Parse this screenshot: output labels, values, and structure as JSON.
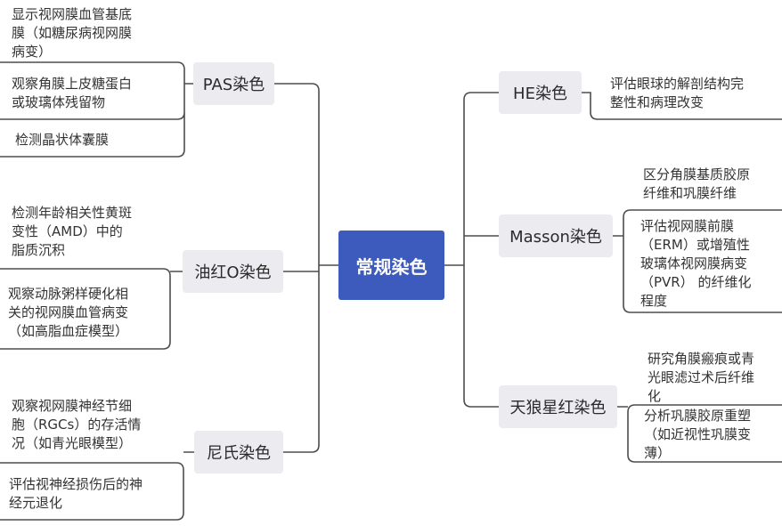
{
  "center": {
    "label": "常规染色"
  },
  "branches": [
    {
      "id": "pas",
      "label": "PAS染色",
      "leaves": [
        "显示视网膜血管基底\n膜（如糖尿病视网膜\n病变）",
        "观察角膜上皮糖蛋白\n或玻璃体残留物",
        "检测晶状体囊膜"
      ]
    },
    {
      "id": "oil-red-o",
      "label": "油红O染色",
      "leaves": [
        "检测年龄相关性黄斑\n变性（AMD）中的\n脂质沉积",
        "观察动脉粥样硬化相\n关的视网膜血管病变\n（如高脂血症模型）"
      ]
    },
    {
      "id": "nissl",
      "label": "尼氏染色",
      "leaves": [
        "观察视网膜神经节细\n胞（RGCs）的存活情\n况（如青光眼模型）",
        "评估视神经损伤后的神\n经元退化"
      ]
    },
    {
      "id": "he",
      "label": "HE染色",
      "leaves": [
        "评估眼球的解剖结构完\n整性和病理改变"
      ]
    },
    {
      "id": "masson",
      "label": "Masson染色",
      "leaves": [
        "区分角膜基质胶原\n纤维和巩膜纤维",
        "评估视网膜前膜\n（ERM）或增殖性\n玻璃体视网膜病变\n（PVR） 的纤维化\n程度"
      ]
    },
    {
      "id": "sirius-red",
      "label": "天狼星红染色",
      "leaves": [
        "研究角膜瘢痕或青\n光眼滤过术后纤维\n化",
        "分析巩膜胶原重塑\n（如近视性巩膜变\n薄）"
      ]
    }
  ],
  "colors": {
    "center_fill": "#3d5bbd",
    "branch_fill": "#ebebf0",
    "line": "#4d4d4d"
  }
}
